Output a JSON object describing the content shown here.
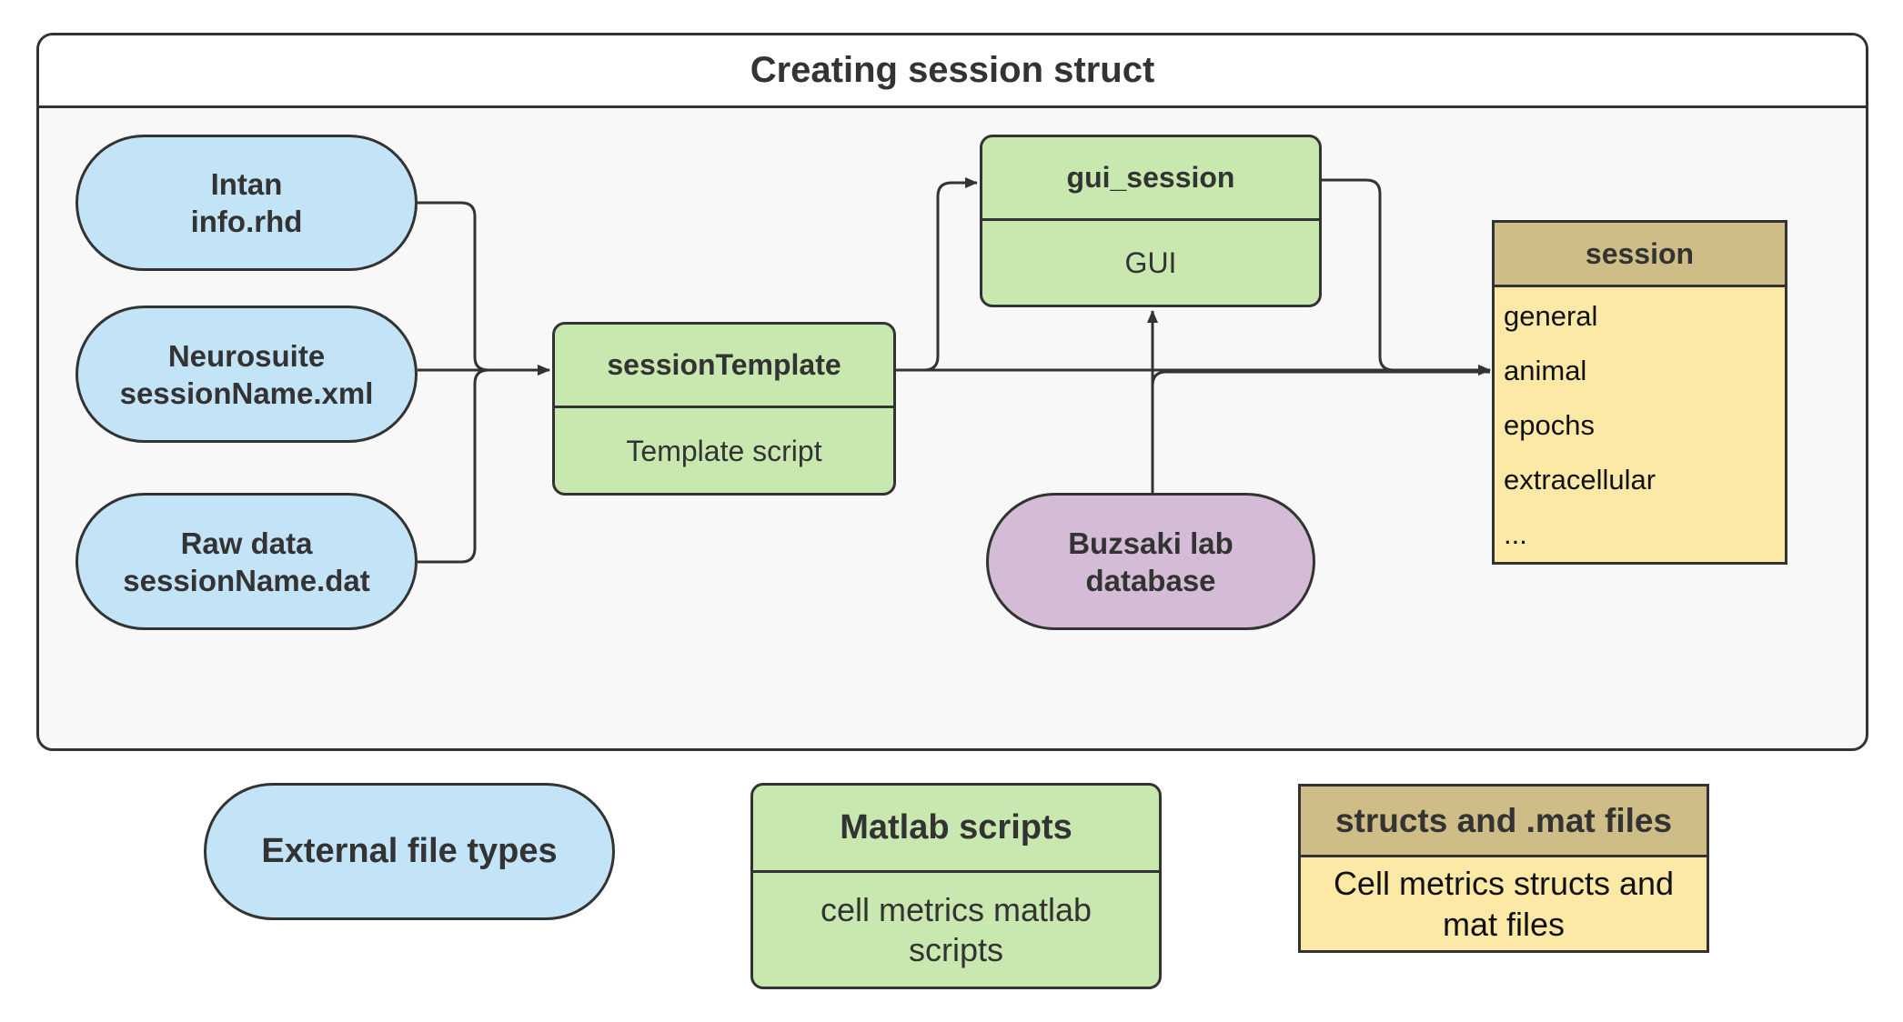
{
  "container": {
    "title": "Creating session struct"
  },
  "inputs": [
    {
      "line1": "Intan",
      "line2": "info.rhd"
    },
    {
      "line1": "Neurosuite",
      "line2": "sessionName.xml"
    },
    {
      "line1": "Raw data",
      "line2": "sessionName.dat"
    }
  ],
  "session_template": {
    "title": "sessionTemplate",
    "body": "Template script"
  },
  "gui_session": {
    "title": "gui_session",
    "body": "GUI"
  },
  "database": {
    "line1": "Buzsaki lab",
    "line2": "database"
  },
  "session": {
    "title": "session",
    "fields": [
      "general",
      "animal",
      "epochs",
      "extracellular",
      "..."
    ]
  },
  "legend": {
    "external": {
      "label": "External file types"
    },
    "matlab": {
      "title": "Matlab scripts",
      "body_line1": "cell metrics matlab",
      "body_line2": "scripts"
    },
    "structs": {
      "title": "structs and .mat files",
      "body_line1": "Cell metrics structs and",
      "body_line2": "mat files"
    }
  },
  "colors": {
    "external": "#c3e3f7",
    "matlab": "#c8e8b0",
    "struct_header": "#cebd87",
    "struct_body": "#fde9a6",
    "database": "#d4bcd6",
    "stroke": "#333333"
  }
}
